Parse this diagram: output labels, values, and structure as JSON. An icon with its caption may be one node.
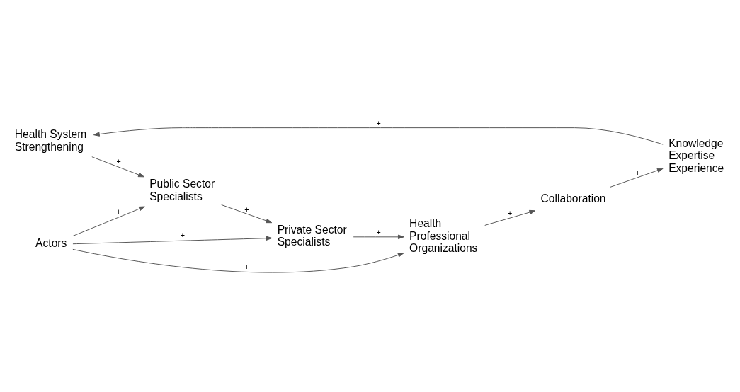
{
  "diagram": {
    "nodes": [
      {
        "text": [
          "Health System Strengthening"
        ]
      },
      {
        "text": [
          "Public Sector Specialists"
        ]
      },
      {
        "text": [
          "Private Sector Specialists"
        ]
      },
      {
        "text": [
          "Health Professional Organizations"
        ]
      },
      {
        "text": [
          "Knowledge Expertise Experience"
        ]
      },
      {
        "text": [
          "Actors"
        ]
      },
      {
        "text": [
          "Collaboration"
        ]
      }
    ],
    "edges": [
      {
        "from": 0,
        "to": 1,
        "arrow": "to",
        "label": "+"
      },
      {
        "from": 1,
        "to": 2,
        "arrow": "to",
        "label": "+"
      },
      {
        "from": 2,
        "to": 3,
        "arrow": "to",
        "label": "+"
      },
      {
        "from": 3,
        "to": 6,
        "arrow": "to",
        "label": "+"
      },
      {
        "from": 6,
        "to": 4,
        "arrow": "to",
        "label": "+"
      },
      {
        "from": 4,
        "to": 0,
        "arrow": "to",
        "label": "+"
      },
      {
        "from": 5,
        "to": 1,
        "arrow": "to",
        "label": "+"
      },
      {
        "from": 5,
        "to": 2,
        "arrow": "to",
        "label": "+"
      },
      {
        "from": 5,
        "to": 3,
        "arrow": "to",
        "label": "+"
      }
    ]
  }
}
